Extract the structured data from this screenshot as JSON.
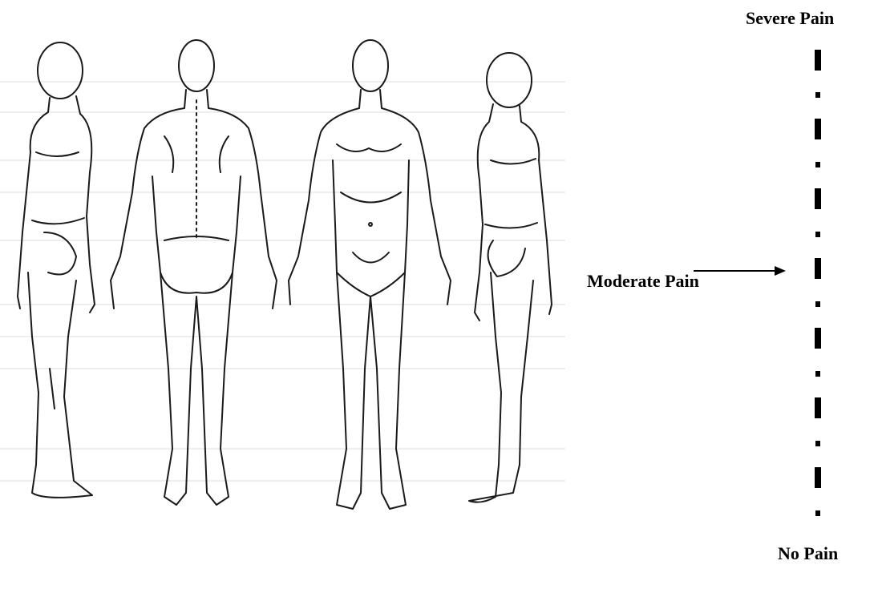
{
  "pain_scale": {
    "top_label": "Severe Pain",
    "middle_label": "Moderate Pain",
    "bottom_label": "No Pain"
  },
  "figures": [
    {
      "name": "left-side-view"
    },
    {
      "name": "back-view"
    },
    {
      "name": "front-view"
    },
    {
      "name": "right-side-view"
    }
  ]
}
